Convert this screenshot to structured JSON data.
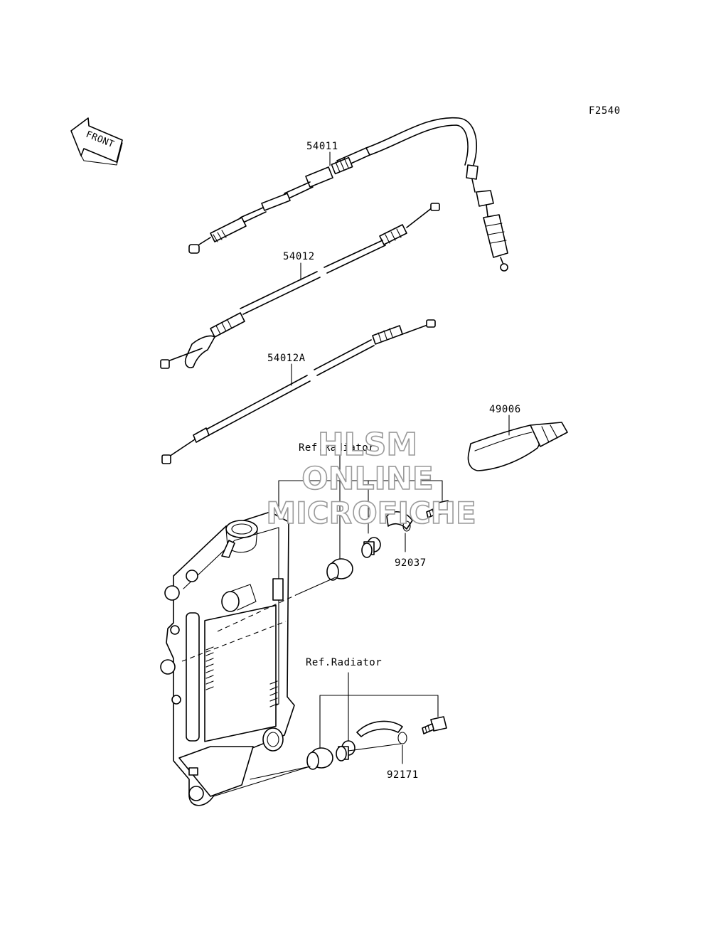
{
  "figure_code": "F2540",
  "front_arrow_label": "FRONT",
  "callouts": {
    "clutch_cable": "54011",
    "throttle_cable": "54012",
    "throttle_cable_a": "54012A",
    "hand_guard": "49006",
    "clamp_upper": "92037",
    "clamp_lower": "92171",
    "ref_radiator_upper": "Ref.Radiator",
    "ref_radiator_lower": "Ref.Radiator"
  },
  "watermark": {
    "line1": "HLSM",
    "line2": "ONLINE",
    "line3": "MICROFICHE"
  }
}
